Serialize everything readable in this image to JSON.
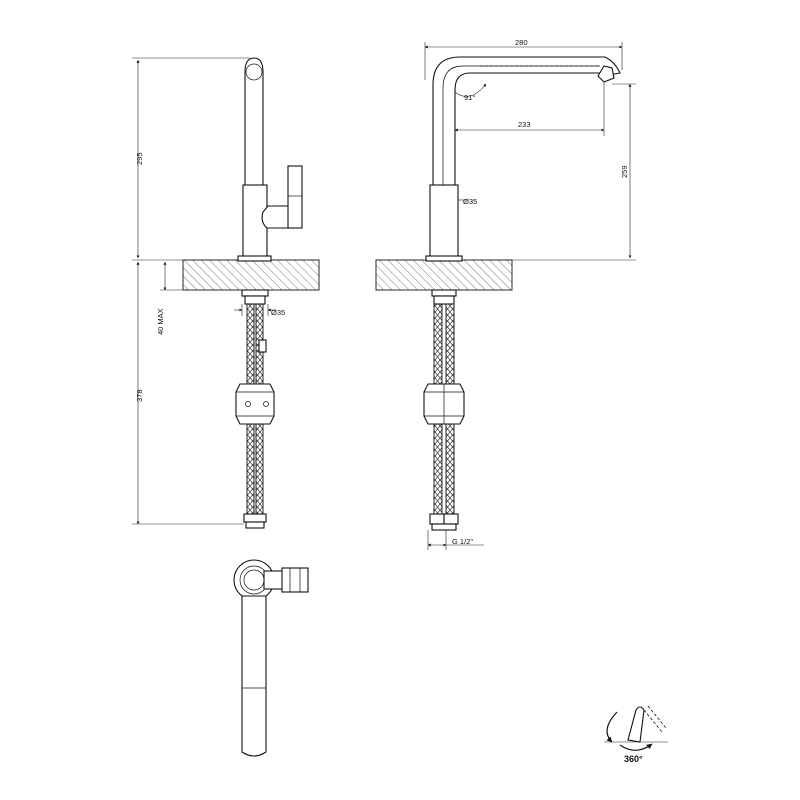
{
  "dimensions": {
    "height_total": "295",
    "under_counter": "378",
    "counter_thickness": "40 MAX",
    "hole_diameter_front": "Ø35",
    "body_diameter_side": "Ø35",
    "reach_total": "280",
    "reach_outlet": "233",
    "spout_angle": "91°",
    "spout_height": "259",
    "connection": "G 1/2\""
  },
  "rotation": {
    "label": "360°"
  }
}
